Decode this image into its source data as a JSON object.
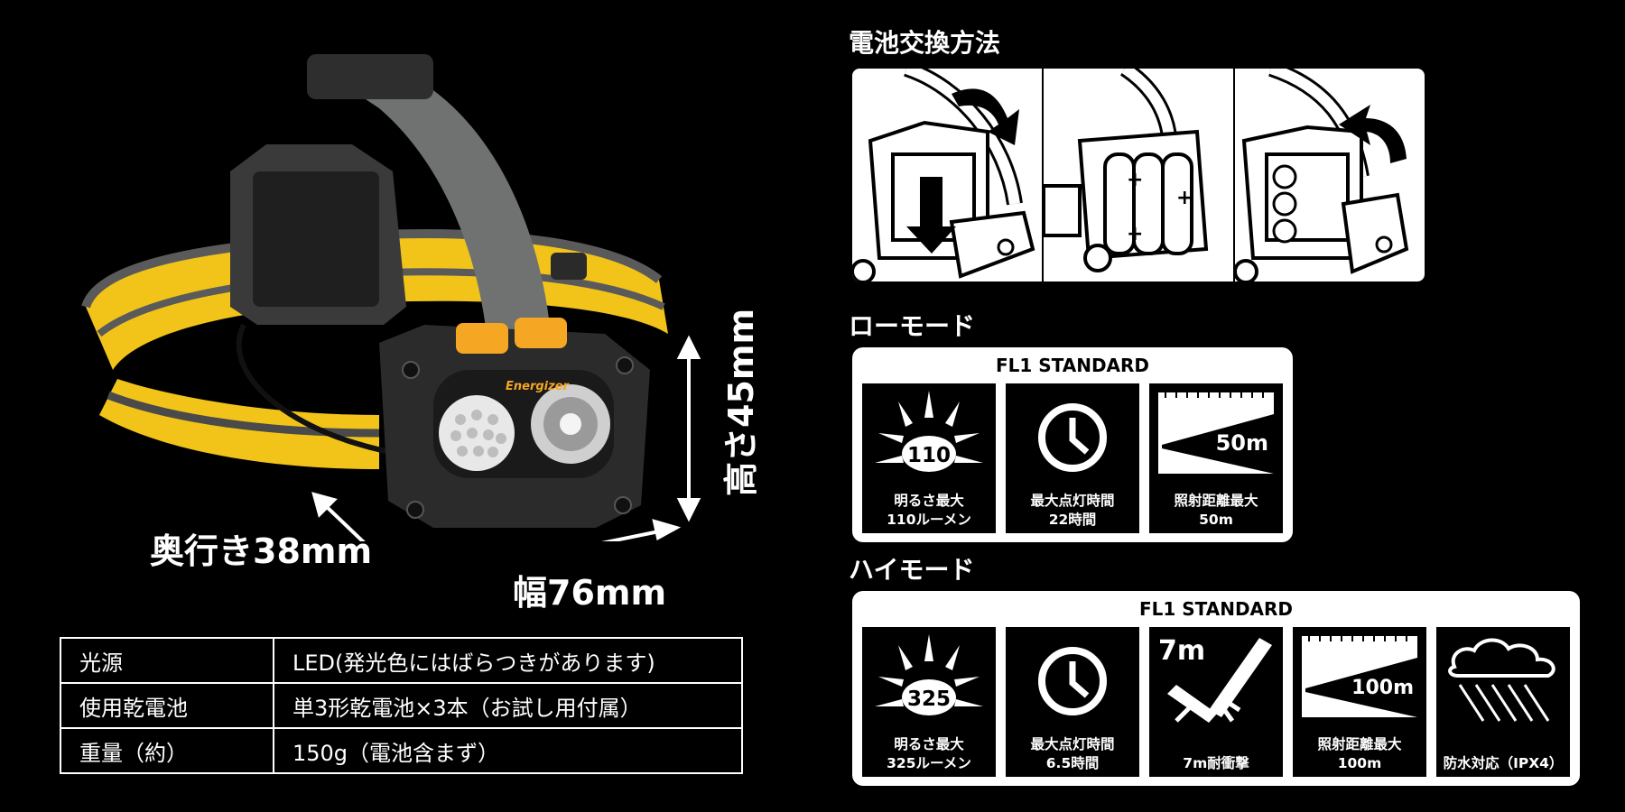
{
  "dimensions": {
    "depth": "奥行き38mm",
    "width": "幅76mm",
    "height": "高さ45mm"
  },
  "brand_mark": "Energizer",
  "spec_table": [
    {
      "label": "光源",
      "value": "LED(発光色にはばらつきがあります)"
    },
    {
      "label": "使用乾電池",
      "value": "単3形乾電池×3本（お試し用付属）"
    },
    {
      "label": "重量（約）",
      "value": "150g（電池含まず）"
    }
  ],
  "battery_section": {
    "title": "電池交換方法"
  },
  "low_mode": {
    "title": "ローモード",
    "standard": "FL1 STANDARD",
    "tiles": [
      {
        "icon": "brightness-icon",
        "value": "110",
        "caption": [
          "明るさ最大",
          "110ルーメン"
        ]
      },
      {
        "icon": "clock-icon",
        "caption": [
          "最大点灯時間",
          "22時間"
        ]
      },
      {
        "icon": "beam-distance-icon",
        "value": "50m",
        "caption": [
          "照射距離最大",
          "50m"
        ]
      }
    ]
  },
  "high_mode": {
    "title": "ハイモード",
    "standard": "FL1 STANDARD",
    "tiles": [
      {
        "icon": "brightness-icon",
        "value": "325",
        "caption": [
          "明るさ最大",
          "325ルーメン"
        ]
      },
      {
        "icon": "clock-icon",
        "caption": [
          "最大点灯時間",
          "6.5時間"
        ]
      },
      {
        "icon": "impact-resistance-icon",
        "value": "7m",
        "caption": [
          "7m耐衝撃"
        ]
      },
      {
        "icon": "beam-distance-icon",
        "value": "100m",
        "caption": [
          "照射距離最大",
          "100m"
        ]
      },
      {
        "icon": "rain-cloud-icon",
        "caption": [
          "防水対応（IPX4）"
        ]
      }
    ]
  },
  "colors": {
    "background": "#000000",
    "panel": "#ffffff",
    "strap_yellow": "#f2c419",
    "button_orange": "#f5a623",
    "strap_gray": "#6f7271"
  }
}
